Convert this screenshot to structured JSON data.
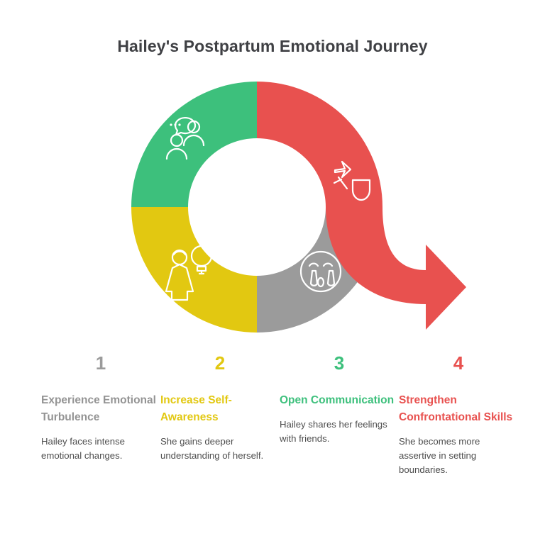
{
  "title": "Hailey's Postpartum Emotional Journey",
  "colors": {
    "gray": "#9b9b9b",
    "yellow": "#e2c811",
    "green": "#3dc07c",
    "red": "#e8514f",
    "title_text": "#3f4044",
    "body_text": "#4e4e4e",
    "background": "#ffffff"
  },
  "diagram": {
    "type": "circular-process-arrow",
    "segments": [
      {
        "id": "gray-segment",
        "position": "bottom-right",
        "color": "#9b9b9b",
        "icon": "crying-face-icon",
        "step": 1
      },
      {
        "id": "yellow-segment",
        "position": "bottom-left",
        "color": "#e2c811",
        "icon": "person-lightbulb-icon",
        "step": 2
      },
      {
        "id": "green-segment",
        "position": "top-left",
        "color": "#3dc07c",
        "icon": "people-talking-icon",
        "step": 3
      },
      {
        "id": "red-segment",
        "position": "top-right",
        "color": "#e8514f",
        "icon": "sword-shield-icon",
        "step": 4
      }
    ]
  },
  "steps": [
    {
      "number": "1",
      "heading": "Experience Emotional Turbulence",
      "description": "Hailey faces intense emotional changes."
    },
    {
      "number": "2",
      "heading": "Increase Self-Awareness",
      "description": "She gains deeper understanding of herself."
    },
    {
      "number": "3",
      "heading": "Open Communication",
      "description": "Hailey shares her feelings with friends."
    },
    {
      "number": "4",
      "heading": "Strengthen Confrontational Skills",
      "description": "She becomes more assertive in setting boundaries."
    }
  ]
}
